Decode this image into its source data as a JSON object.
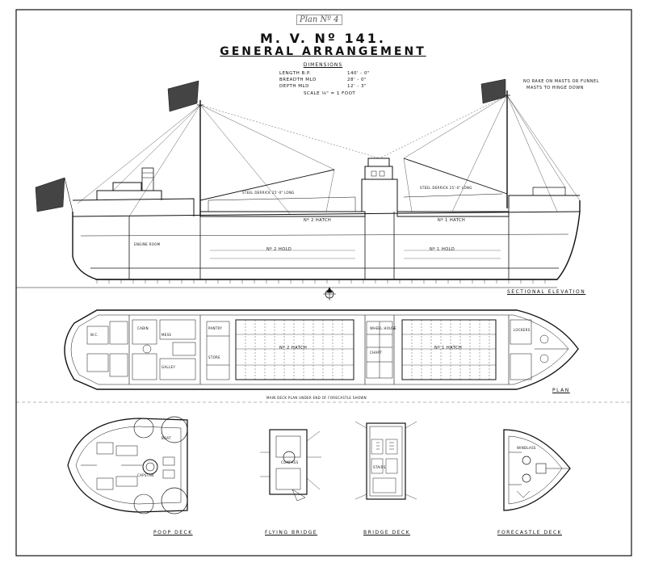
{
  "header": {
    "plan_no": "Plan Nº 4",
    "vessel": "M. V. Nº 141.",
    "title": "GENERAL ARRANGEMENT",
    "dimensions_title": "DIMENSIONS",
    "length_label": "LENGTH  B.P.",
    "length_value": "140' - 0\"",
    "breadth_label": "BREADTH  MLD",
    "breadth_value": "28' - 0\"",
    "depth_label": "DEPTH  MLD",
    "depth_value": "12' - 3\"",
    "scale": "SCALE  ⅛\" = 1 FOOT"
  },
  "notes": {
    "note1": "NO RAKE ON MASTS OR FUNNEL",
    "note2": "MASTS TO HINGE DOWN"
  },
  "elevation": {
    "no2_hold": "Nº 2 HOLD",
    "no1_hold": "Nº 1 HOLD",
    "no2_hatch": "Nº 2 HATCH",
    "no1_hatch": "Nº 1 HATCH",
    "steel_derrick_aft": "STEEL DERRICK  25'-0\" LONG",
    "steel_derrick_fwd": "STEEL DERRICK  25'-0\" LONG",
    "sectional_elevation": "SECTIONAL ELEVATION"
  },
  "plan": {
    "no2_hatch": "Nº 2 HATCH",
    "no1_hatch": "Nº 1 HATCH",
    "label": "PLAN",
    "main_deck_note": "MAIN DECK PLAN UNDER END OF FORECASTLE SHOWN"
  },
  "decks": {
    "poop": "POOP DECK",
    "flying": "FLYING BRIDGE",
    "bridge": "BRIDGE DECK",
    "forecastle": "FORECASTLE DECK"
  },
  "small_labels": {
    "wheelhouse": "WHEEL HOUSE",
    "chart": "CHART",
    "engine": "ENGINE ROOM",
    "galley": "GALLEY",
    "mess": "MESS",
    "pantry": "PANTRY",
    "store": "STORE",
    "stairs": "STAIRS",
    "lockers": "LOCKERS",
    "cabin": "CABIN",
    "wc": "W.C.",
    "capstan": "CAPSTAN",
    "windlass": "WINDLASS",
    "boat": "BOAT",
    "compass": "COMPASS"
  }
}
